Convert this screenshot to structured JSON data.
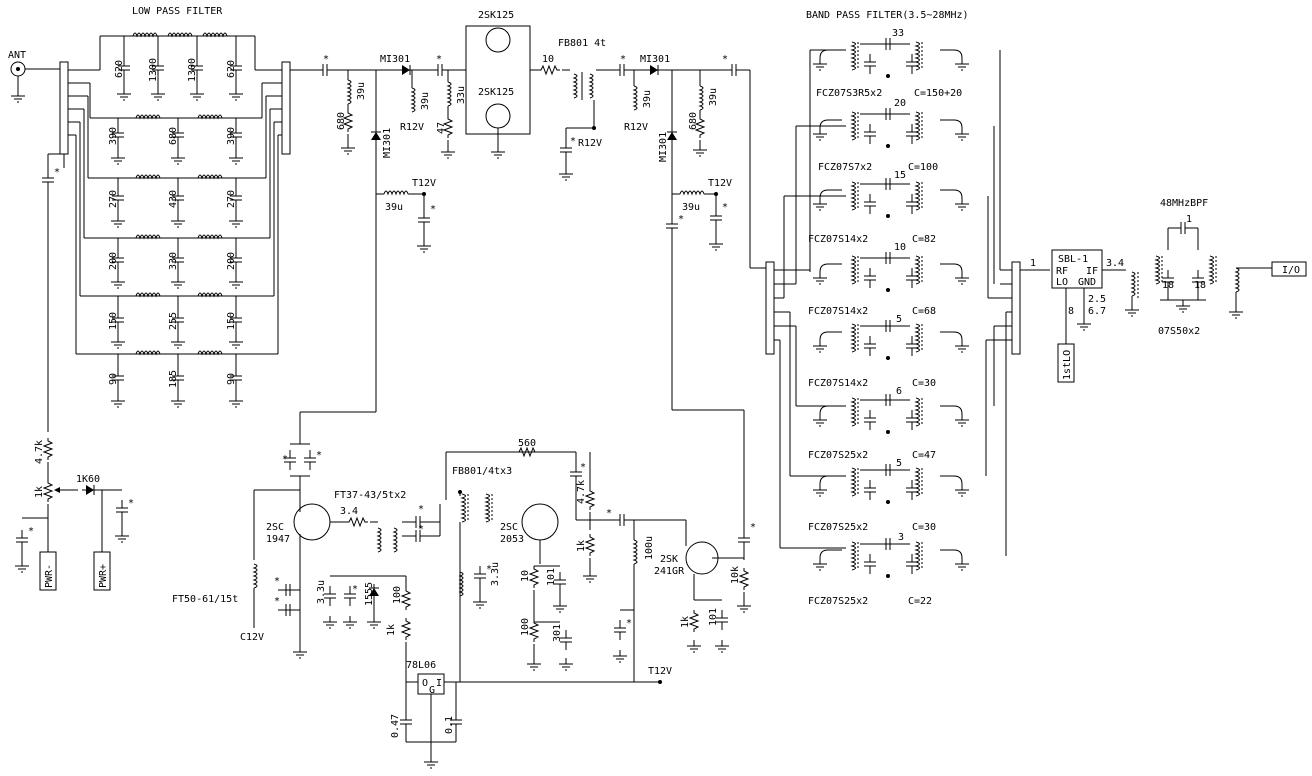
{
  "titles": {
    "lpf": "LOW PASS FILTER",
    "bpf": "BAND PASS FILTER(3.5~28MHz)",
    "bpf48": "48MHzBPF"
  },
  "terminals": {
    "ant": "ANT",
    "io": "I/O",
    "pwr_minus": "PWR-",
    "pwr_plus": "PWR+",
    "first_lo": "1stLO"
  },
  "lpf_rows": [
    {
      "left": "620",
      "mid1": "1300",
      "mid2": "1300",
      "right": "620"
    },
    {
      "left": "390",
      "mid1": "680",
      "right": "390"
    },
    {
      "left": "270",
      "mid1": "430",
      "right": "270"
    },
    {
      "left": "200",
      "mid1": "330",
      "right": "200"
    },
    {
      "left": "150",
      "mid1": "255",
      "right": "150"
    },
    {
      "left": "90",
      "mid1": "185",
      "right": "90"
    }
  ],
  "frontend": {
    "d1": "MI301",
    "d2": "MI301",
    "d3": "MI301",
    "d4": "MI301",
    "l1": "39u",
    "l2": "39u",
    "l3": "33u",
    "l4": "39u",
    "l5": "39u",
    "l6": "39u",
    "l7": "39u",
    "r680a": "680",
    "r680b": "680",
    "r47": "47",
    "r12a": "R12V",
    "r12b": "R12V",
    "r12c": "R12V",
    "t12a": "T12V",
    "t12b": "T12V",
    "fet_top": "2SK125",
    "fet_bot": "2SK125",
    "r10": "10",
    "xfmr": "FB801 4t",
    "star": "*"
  },
  "bpf_rows": [
    {
      "top": "33",
      "name": "FCZ07S3R5x2",
      "cap": "C=150+20"
    },
    {
      "top": "20",
      "name": "FCZ07S7x2",
      "cap": "C=100"
    },
    {
      "top": "15",
      "name": "FCZ07S14x2",
      "cap": "C=82"
    },
    {
      "top": "10",
      "name": "FCZ07S14x2",
      "cap": "C=68"
    },
    {
      "top": "5",
      "name": "FCZ07S14x2",
      "cap": "C=30"
    },
    {
      "top": "6",
      "name": "FCZ07S25x2",
      "cap": "C=47"
    },
    {
      "top": "5",
      "name": "FCZ07S25x2",
      "cap": "C=30"
    },
    {
      "top": "3",
      "name": "FCZ07S25x2",
      "cap": "C=22"
    }
  ],
  "mixer": {
    "name": "SBL-1",
    "rf": "RF",
    "if": "IF",
    "lo": "LO",
    "gnd": "GND",
    "pin1": "1",
    "pin34": "3.4",
    "pin25": "2.5",
    "pin67": "6.7",
    "pin8": "8",
    "c1": "1",
    "c18a": "18",
    "c18b": "18",
    "coils": "07S50x2"
  },
  "lower": {
    "r47k": "4.7k",
    "pot1k": "1k",
    "diode1": "1K60",
    "q1": "2SC",
    "q1n": "1947",
    "ft50": "FT50-61/15t",
    "c12": "C12V",
    "ft37": "FT37-43/5tx2",
    "v34": "3.4",
    "c33a": "3.3u",
    "d1555": "1555",
    "r100a": "100",
    "pot1kb": "1k",
    "fb801": "FB801/4tx3",
    "r560": "560",
    "q2": "2SC",
    "q2n": "2053",
    "r47k2": "4.7k",
    "r1kb": "1k",
    "c33b": "3.3u",
    "r10b": "10",
    "c101a": "101",
    "r100b": "100",
    "c301": "301",
    "l100u": "100u",
    "q3": "2SK",
    "q3n": "241GR",
    "r10k": "10k",
    "r1kc": "1k",
    "c101b": "101",
    "reg": "78L06",
    "reg_o": "O",
    "reg_i": "I",
    "reg_g": "G",
    "c047": "0.47",
    "c01": "0.1",
    "t12": "T12V"
  }
}
